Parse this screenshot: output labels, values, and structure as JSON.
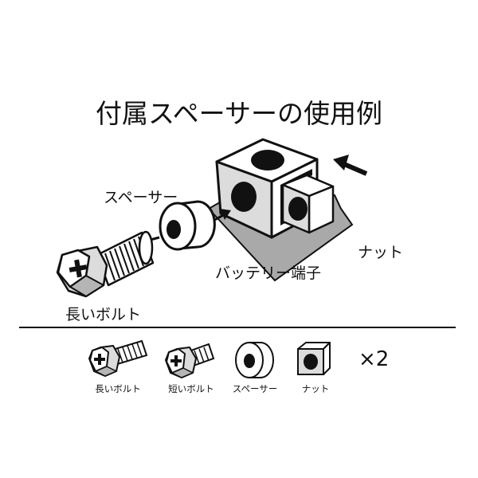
{
  "title": "付属スペーサーの使用例",
  "illustration": {
    "labels": {
      "spacer": "スペーサー",
      "nut": "ナット",
      "battery_terminal": "バッテリー端子",
      "long_bolt": "長いボルト"
    }
  },
  "parts": {
    "items": [
      {
        "label": "長いボルト",
        "icon": "long-bolt-icon"
      },
      {
        "label": "短いボルト",
        "icon": "short-bolt-icon"
      },
      {
        "label": "スペーサー",
        "icon": "spacer-icon"
      },
      {
        "label": "ナット",
        "icon": "nut-icon"
      }
    ],
    "quantity": "×2"
  },
  "colors": {
    "line": "#111111",
    "light_gray": "#dcdcdc",
    "mid_gray": "#b5b5b5",
    "plate_gray": "#a9a9a9",
    "white": "#ffffff"
  }
}
